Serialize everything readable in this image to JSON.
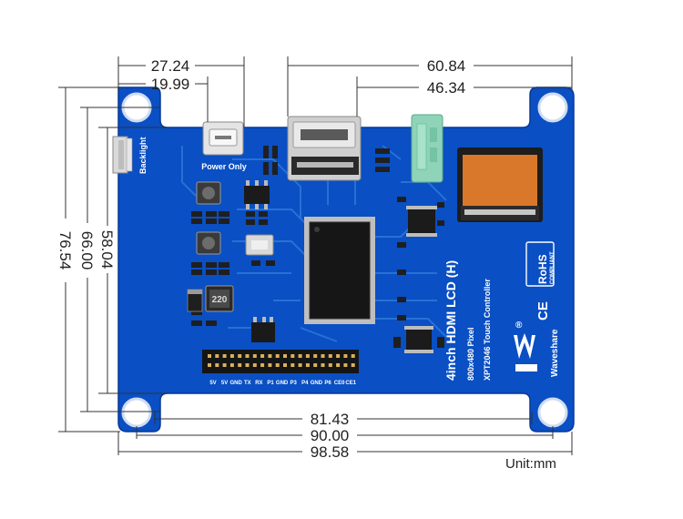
{
  "dimensions": {
    "top_1": "27.24",
    "top_2": "19.99",
    "top_3": "60.84",
    "top_4": "46.34",
    "left_1": "58.04",
    "left_2": "66.00",
    "left_3": "76.54",
    "bottom_1": "81.43",
    "bottom_2": "90.00",
    "bottom_3": "98.58",
    "unit": "Unit:mm"
  },
  "board": {
    "backlight_label": "Backlight",
    "power_label": "Power Only",
    "inductor_label": "220",
    "product_title": "4inch HDMI LCD (H)",
    "resolution": "800x480 Pixel",
    "touch_controller": "XPT2046 Touch Controller",
    "brand": "Waveshare",
    "rohs_line1": "RoHS",
    "rohs_line2": "COMPLIANT",
    "ce_mark": "CE",
    "registered": "®",
    "pin_labels": [
      "5V",
      "5V",
      "GND",
      "TX",
      "RX",
      "P1",
      "GND",
      "P3",
      "P4",
      "GND",
      "P6",
      "CE0",
      "CE1"
    ]
  },
  "colors": {
    "pcb": "#0a4fc3",
    "pcb_dark": "#073d9b",
    "silk": "#ffffff",
    "flex_cable": "#d9772a",
    "audio_jack": "#8fd3b8"
  }
}
